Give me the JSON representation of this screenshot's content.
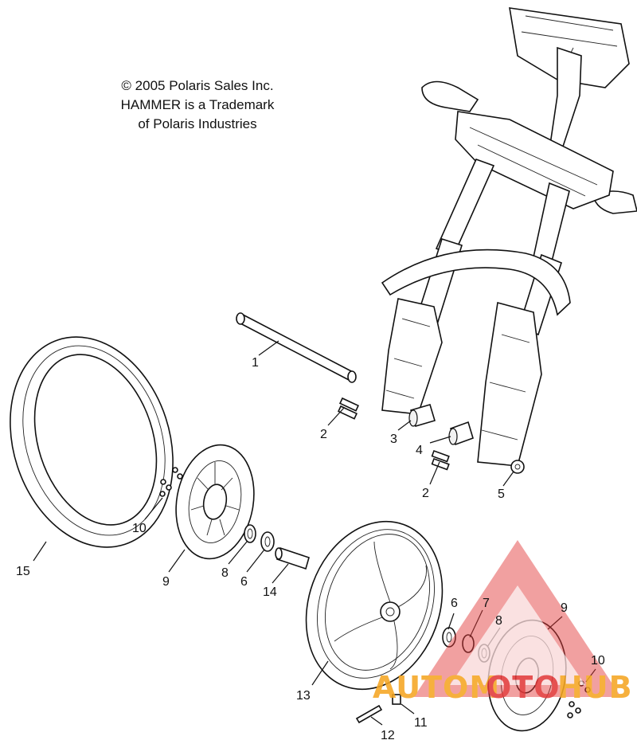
{
  "copyright": {
    "line1": "© 2005 Polaris Sales Inc.",
    "line2": "HAMMER is a Trademark",
    "line3": "of Polaris Industries"
  },
  "callouts": [
    "1",
    "2",
    "3",
    "4",
    "2",
    "5",
    "10",
    "9",
    "8",
    "6",
    "14",
    "15",
    "13",
    "6",
    "7",
    "8",
    "9",
    "10",
    "11",
    "12"
  ],
  "watermark": {
    "text": "AUTOMOTOHUB",
    "color_primary": "#e23a3a",
    "color_secondary": "#f5a623"
  },
  "colors": {
    "line": "#111111",
    "background": "#ffffff"
  }
}
